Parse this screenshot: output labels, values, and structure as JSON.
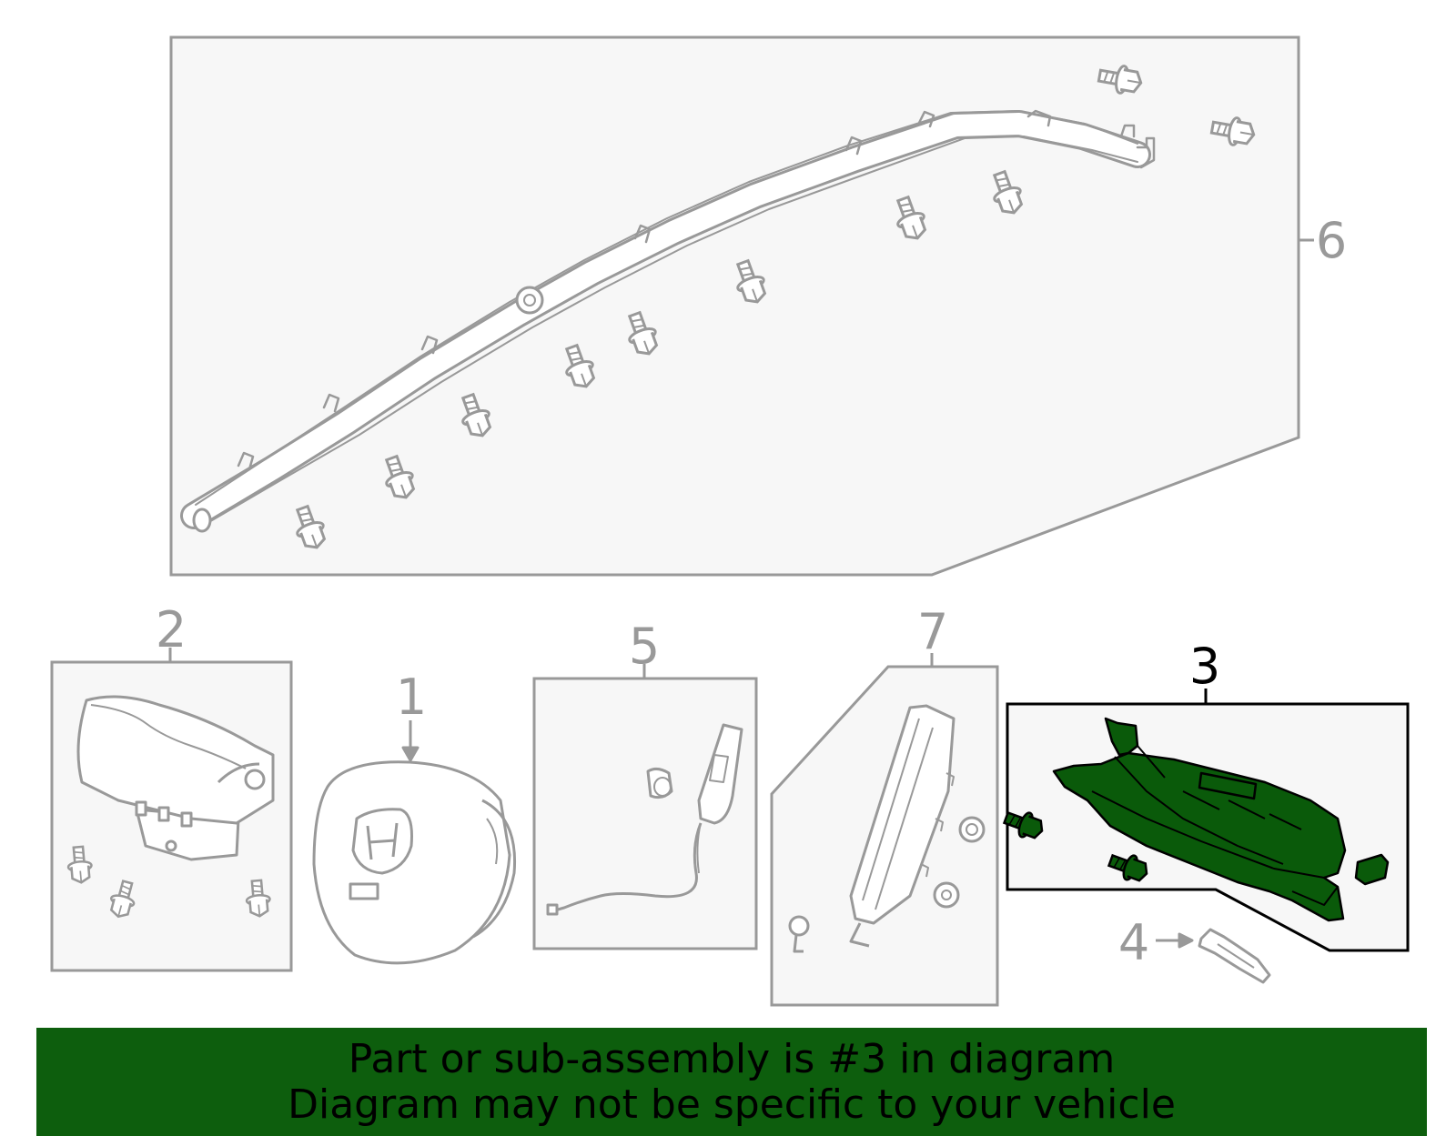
{
  "callouts": {
    "c1": "1",
    "c2": "2",
    "c3": "3",
    "c4": "4",
    "c5": "5",
    "c6": "6",
    "c7": "7"
  },
  "banner": {
    "line1": "Part or sub-assembly is #3 in diagram",
    "line2": "Diagram may not be specific to your vehicle"
  },
  "colors": {
    "outline": "#999999",
    "panel_fill": "#f7f7f7",
    "highlight_fill": "#0a5a0a",
    "highlight_stroke": "#000000",
    "banner": "#0d5e0d"
  },
  "selected_part": "3"
}
